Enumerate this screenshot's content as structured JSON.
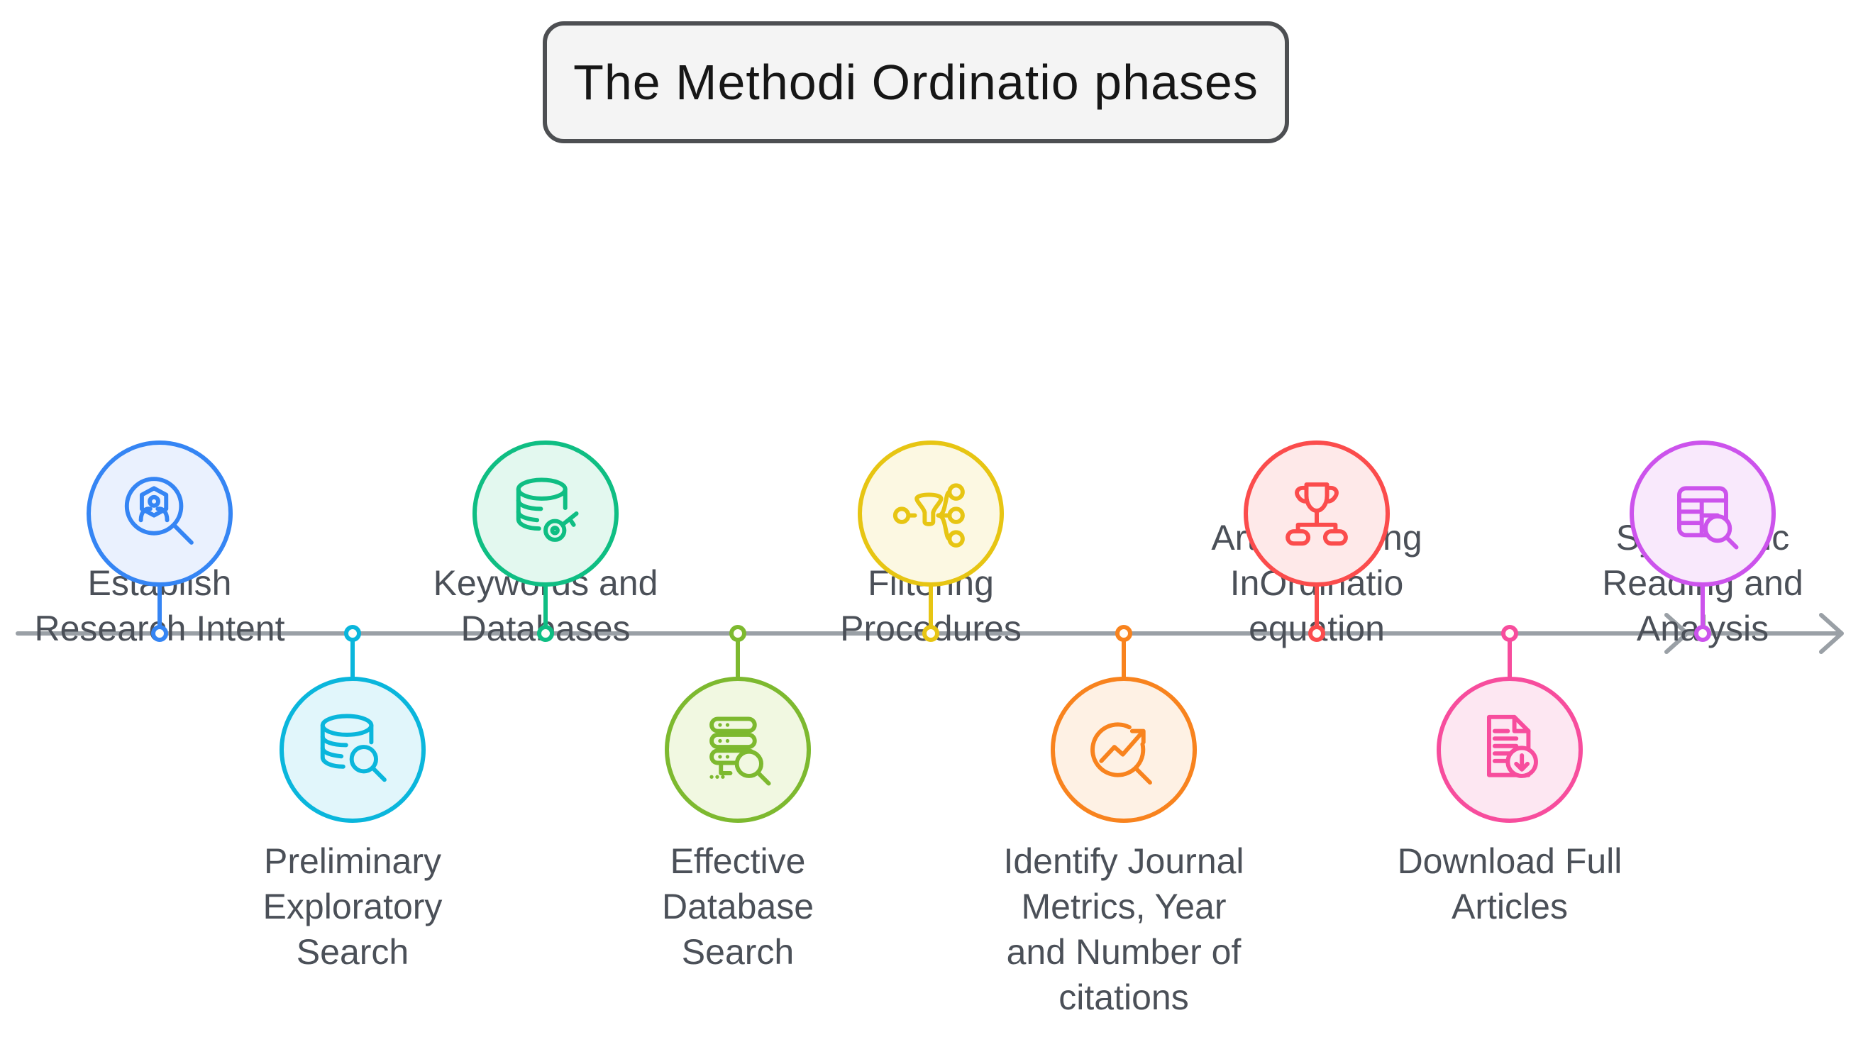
{
  "title": "The Methodi Ordinatio phases",
  "timeline": {
    "axis_color": "#9aa0a6",
    "direction": "left-to-right",
    "phase_count": 9
  },
  "phases": [
    {
      "label": "Establish\nResearch Intent",
      "side": "above",
      "color": "#3585F4",
      "fill": "#EAF1FE",
      "icon": "magnifier-target-icon"
    },
    {
      "label": "Preliminary\nExploratory\nSearch",
      "side": "below",
      "color": "#0AB6DC",
      "fill": "#E1F6FB",
      "icon": "database-search-icon"
    },
    {
      "label": "Define\nKeywords and\nDatabases",
      "side": "above",
      "color": "#0FBE83",
      "fill": "#E3F8EF",
      "icon": "database-key-icon"
    },
    {
      "label": "Effective\nDatabase\nSearch",
      "side": "below",
      "color": "#7DB92F",
      "fill": "#F1F8E1",
      "icon": "server-search-icon"
    },
    {
      "label": "Filtering\nProcedures",
      "side": "above",
      "color": "#E7C513",
      "fill": "#FCF8E2",
      "icon": "funnel-branch-icon"
    },
    {
      "label": "Identify Journal\nMetrics, Year\nand Number of\ncitations",
      "side": "below",
      "color": "#F8831E",
      "fill": "#FEF1E4",
      "icon": "trend-chart-search-icon"
    },
    {
      "label": "Classify\nArticles using\nInOrdinatio\nequation",
      "side": "above",
      "color": "#FB4C4C",
      "fill": "#FEE9E9",
      "icon": "trophy-ranking-icon"
    },
    {
      "label": "Download Full\nArticles",
      "side": "below",
      "color": "#F74D9D",
      "fill": "#FDE7F2",
      "icon": "document-download-icon"
    },
    {
      "label": "Systematic\nReading and\nAnalysis",
      "side": "above",
      "color": "#CC53EC",
      "fill": "#F9E9FC",
      "icon": "table-search-icon"
    }
  ]
}
